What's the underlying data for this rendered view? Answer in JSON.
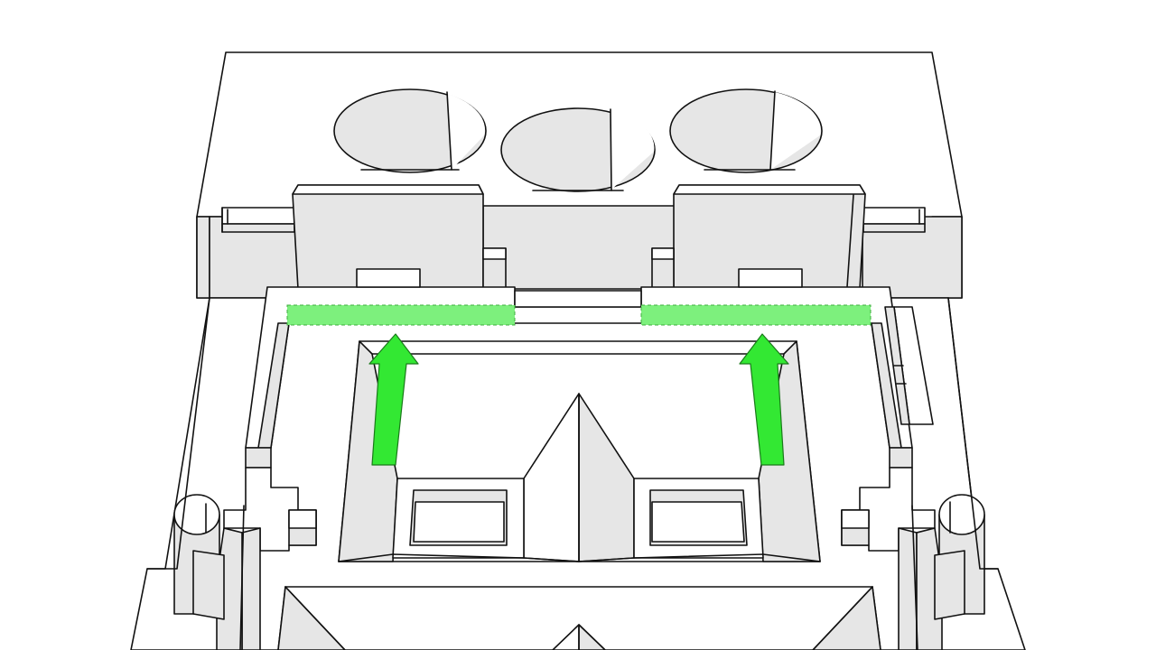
{
  "colors": {
    "background": "#ffffff",
    "outline": "#111111",
    "shade": "#e6e6e6",
    "highlight_fill": "#7df07d",
    "highlight_border": "#3fae3f",
    "arrow_fill": "#33e833",
    "arrow_stroke": "#1a7a1a"
  },
  "diagram": {
    "highlight_count": 2,
    "arrow_direction": "up",
    "arrow_count": 2
  }
}
